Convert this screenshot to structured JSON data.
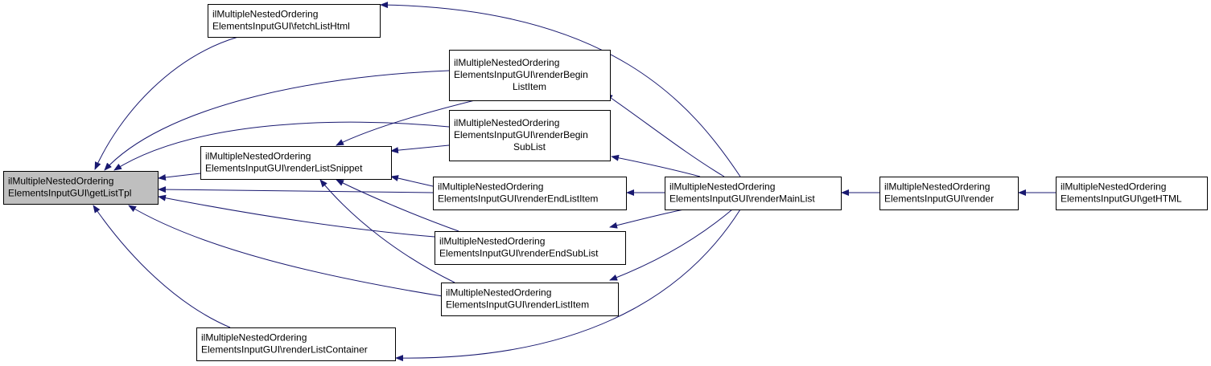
{
  "diagram": {
    "colors": {
      "edge": "#191970",
      "node_border": "#000000",
      "node_fill": "#ffffff",
      "focus_node_fill": "#bfbfbf",
      "text": "#000000"
    },
    "nodes": [
      {
        "id": "getListTpl",
        "lines": [
          "ilMultipleNestedOrdering",
          "ElementsInputGUI\\getListTpl"
        ],
        "focus": true
      },
      {
        "id": "fetchListHtml",
        "lines": [
          "ilMultipleNestedOrdering",
          "ElementsInputGUI\\fetchListHtml"
        ]
      },
      {
        "id": "renderListSnippet",
        "lines": [
          "ilMultipleNestedOrdering",
          "ElementsInputGUI\\renderListSnippet"
        ]
      },
      {
        "id": "renderListContainer",
        "lines": [
          "ilMultipleNestedOrdering",
          "ElementsInputGUI\\renderListContainer"
        ]
      },
      {
        "id": "renderBeginListItem",
        "lines": [
          "ilMultipleNestedOrdering",
          "ElementsInputGUI\\renderBegin",
          "ListItem"
        ]
      },
      {
        "id": "renderBeginSubList",
        "lines": [
          "ilMultipleNestedOrdering",
          "ElementsInputGUI\\renderBegin",
          "SubList"
        ]
      },
      {
        "id": "renderEndListItem",
        "lines": [
          "ilMultipleNestedOrdering",
          "ElementsInputGUI\\renderEndListItem"
        ]
      },
      {
        "id": "renderEndSubList",
        "lines": [
          "ilMultipleNestedOrdering",
          "ElementsInputGUI\\renderEndSubList"
        ]
      },
      {
        "id": "renderListItem",
        "lines": [
          "ilMultipleNestedOrdering",
          "ElementsInputGUI\\renderListItem"
        ]
      },
      {
        "id": "renderMainList",
        "lines": [
          "ilMultipleNestedOrdering",
          "ElementsInputGUI\\renderMainList"
        ]
      },
      {
        "id": "render",
        "lines": [
          "ilMultipleNestedOrdering",
          "ElementsInputGUI\\render"
        ]
      },
      {
        "id": "getHTML",
        "lines": [
          "ilMultipleNestedOrdering",
          "ElementsInputGUI\\getHTML"
        ]
      }
    ],
    "edges": [
      {
        "from": "fetchListHtml",
        "to": "getListTpl"
      },
      {
        "from": "renderBeginListItem",
        "to": "getListTpl"
      },
      {
        "from": "renderBeginSubList",
        "to": "getListTpl"
      },
      {
        "from": "renderListSnippet",
        "to": "getListTpl"
      },
      {
        "from": "renderEndListItem",
        "to": "getListTpl"
      },
      {
        "from": "renderEndSubList",
        "to": "getListTpl"
      },
      {
        "from": "renderListItem",
        "to": "getListTpl"
      },
      {
        "from": "renderListContainer",
        "to": "getListTpl"
      },
      {
        "from": "renderBeginListItem",
        "to": "renderListSnippet"
      },
      {
        "from": "renderBeginSubList",
        "to": "renderListSnippet"
      },
      {
        "from": "renderEndListItem",
        "to": "renderListSnippet"
      },
      {
        "from": "renderEndSubList",
        "to": "renderListSnippet"
      },
      {
        "from": "renderListItem",
        "to": "renderListSnippet"
      },
      {
        "from": "renderMainList",
        "to": "fetchListHtml"
      },
      {
        "from": "renderMainList",
        "to": "renderBeginListItem"
      },
      {
        "from": "renderMainList",
        "to": "renderBeginSubList"
      },
      {
        "from": "renderMainList",
        "to": "renderEndListItem"
      },
      {
        "from": "renderMainList",
        "to": "renderEndSubList"
      },
      {
        "from": "renderMainList",
        "to": "renderListItem"
      },
      {
        "from": "renderMainList",
        "to": "renderListContainer"
      },
      {
        "from": "render",
        "to": "renderMainList"
      },
      {
        "from": "getHTML",
        "to": "render"
      }
    ]
  }
}
